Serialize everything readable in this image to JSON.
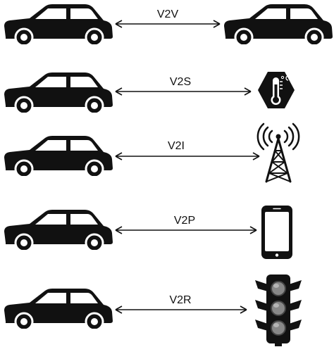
{
  "diagram": {
    "links": [
      {
        "label": "V2V",
        "target_icon": "car-icon"
      },
      {
        "label": "V2S",
        "target_icon": "thermometer-sensor-icon"
      },
      {
        "label": "V2I",
        "target_icon": "cell-tower-icon"
      },
      {
        "label": "V2P",
        "target_icon": "smartphone-icon"
      },
      {
        "label": "V2R",
        "target_icon": "traffic-light-icon"
      }
    ],
    "colors": {
      "ink": "#111111",
      "background": "#ffffff",
      "traffic_light_lamp": "#888888",
      "phone_screen": "#ffffff"
    }
  }
}
